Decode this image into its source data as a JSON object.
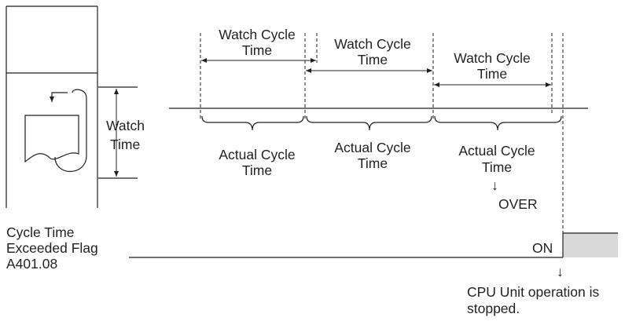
{
  "labels": {
    "watch_time_1": "Watch",
    "watch_time_2": "Time",
    "watch_cycle_time_1a": "Watch Cycle",
    "watch_cycle_time_1b": "Time",
    "watch_cycle_time_2a": "Watch Cycle",
    "watch_cycle_time_2b": "Time",
    "watch_cycle_time_3a": "Watch Cycle",
    "watch_cycle_time_3b": "Time",
    "actual_cycle_time_1a": "Actual Cycle",
    "actual_cycle_time_1b": "Time",
    "actual_cycle_time_2a": "Actual Cycle",
    "actual_cycle_time_2b": "Time",
    "actual_cycle_time_3a": "Actual Cycle",
    "actual_cycle_time_3b": "Time",
    "over": "OVER",
    "flag_line1": "Cycle Time",
    "flag_line2": "Exceeded Flag",
    "flag_line3": "A401.08",
    "on": "ON",
    "cpu_stop_line1": "CPU Unit operation is",
    "cpu_stop_line2": "stopped.",
    "down_arrow": "↓"
  },
  "colors": {
    "line": "#231f20",
    "flag_fill": "#d9d9d9",
    "background": "#ffffff"
  }
}
